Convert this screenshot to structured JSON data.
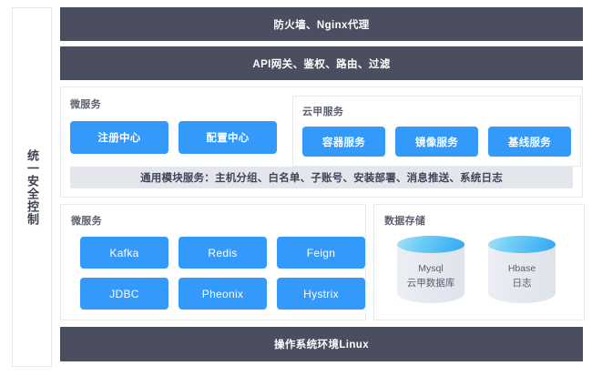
{
  "diagram": {
    "sidebar": {
      "label": "统一安全控制"
    },
    "top_bars": [
      {
        "name": "firewall",
        "label": "防火墙、Nginx代理"
      },
      {
        "name": "gateway",
        "label": "API网关、鉴权、路由、过滤"
      }
    ],
    "services_section": {
      "microservice_title": "微服务",
      "microservice_chips": [
        {
          "label": "注册中心"
        },
        {
          "label": "配置中心"
        }
      ],
      "cloud_box": {
        "title": "云甲服务",
        "chips": [
          {
            "label": "容器服务"
          },
          {
            "label": "镜像服务"
          },
          {
            "label": "基线服务"
          }
        ]
      },
      "common_bar": "通用模块服务：主机分组、白名单、子账号、安装部署、消息推送、系统日志"
    },
    "lower_section": {
      "microservice_title": "微服务",
      "tech_chips": [
        {
          "label": "Kafka"
        },
        {
          "label": "Redis"
        },
        {
          "label": "Feign"
        },
        {
          "label": "JDBC"
        },
        {
          "label": "Pheonix"
        },
        {
          "label": "Hystrix"
        }
      ],
      "storage_title": "数据存储",
      "databases": [
        {
          "name": "Mysql",
          "desc": "云甲数据库"
        },
        {
          "name": "Hbase",
          "desc": "日志"
        }
      ]
    },
    "bottom_bar": {
      "label": "操作系统环境Linux"
    },
    "colors": {
      "dark_bar": "#4a4e5e",
      "chip_blue": "#3399fb",
      "common_bar_gray": "#e3e6eb",
      "cylinder_top_blue": "#31a6f2",
      "panel_border": "#e8eaee"
    }
  }
}
